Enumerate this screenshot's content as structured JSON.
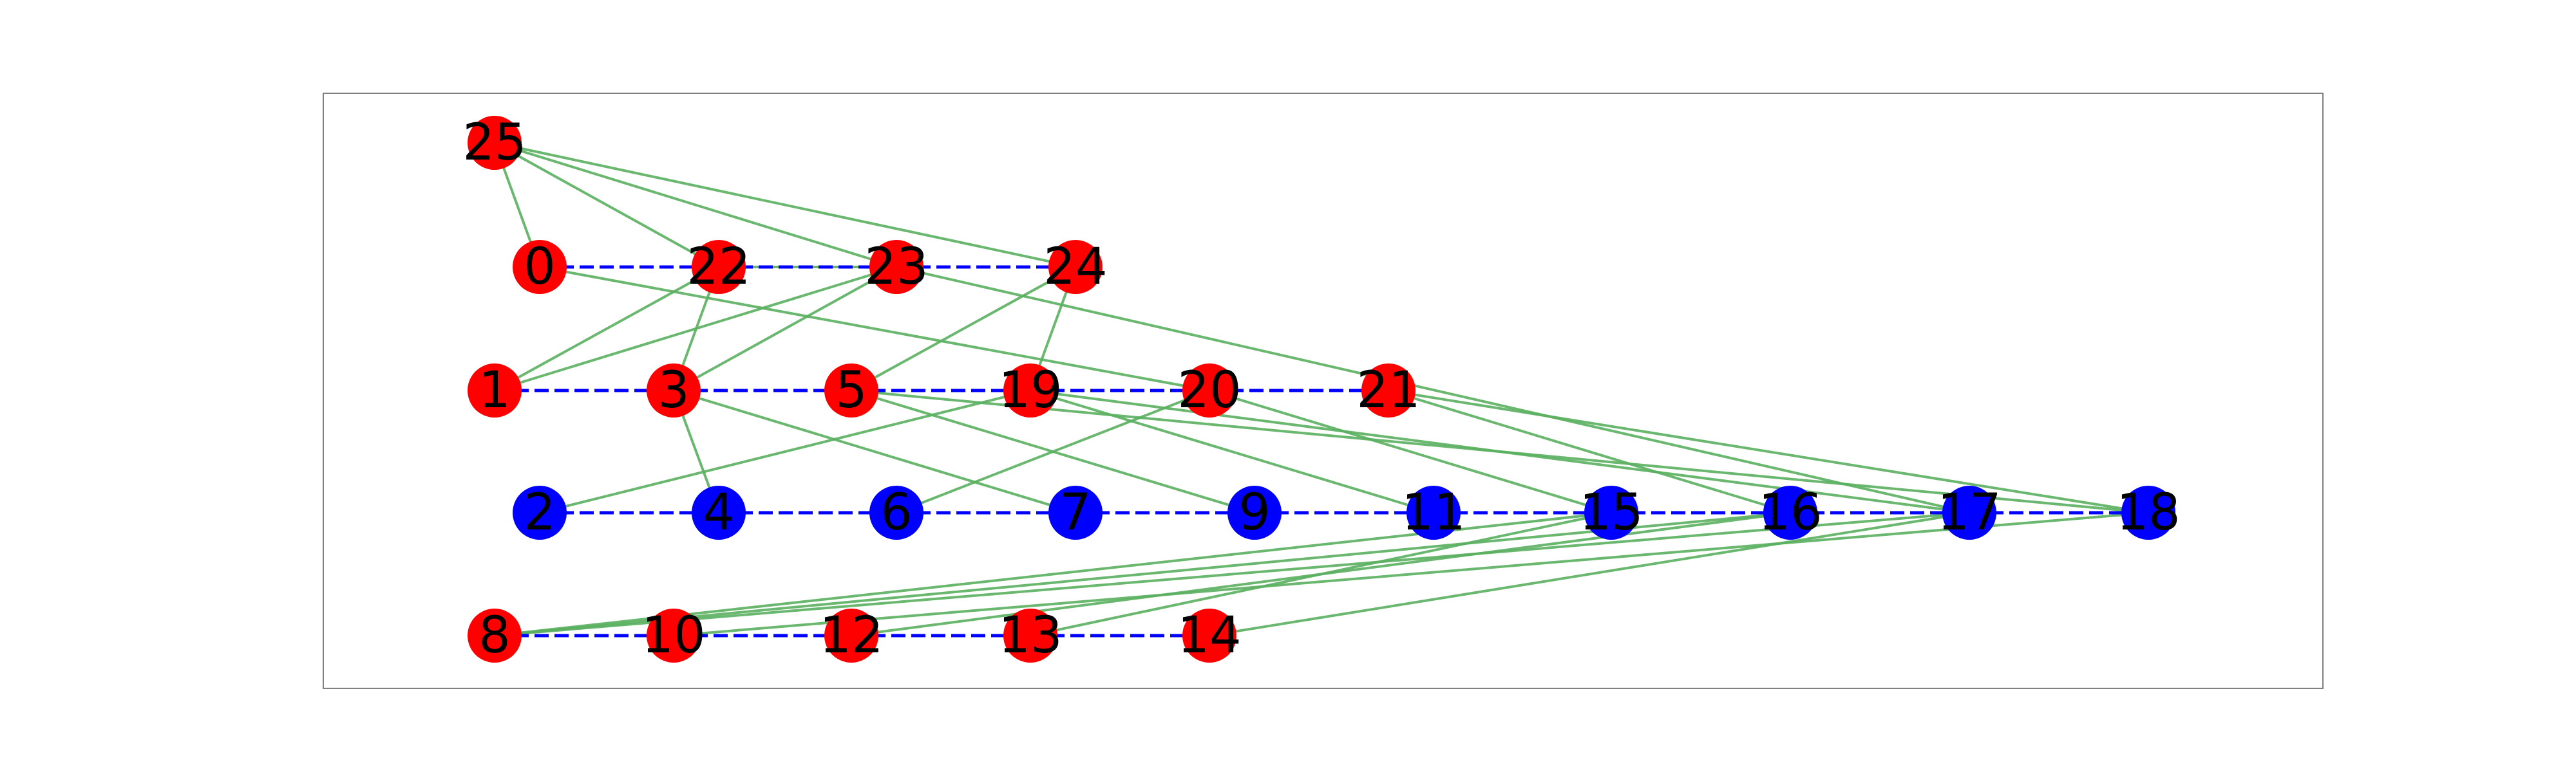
{
  "colors": {
    "red_node": "#ff0000",
    "blue_node": "#0000ff",
    "green_edge": "#5aaf5f",
    "blue_edge": "#0000ff",
    "frame": "#808080",
    "label": "#000000"
  },
  "nodes": [
    {
      "id": "0",
      "color": "red"
    },
    {
      "id": "1",
      "color": "red"
    },
    {
      "id": "2",
      "color": "blue"
    },
    {
      "id": "3",
      "color": "red"
    },
    {
      "id": "4",
      "color": "blue"
    },
    {
      "id": "5",
      "color": "red"
    },
    {
      "id": "6",
      "color": "blue"
    },
    {
      "id": "7",
      "color": "blue"
    },
    {
      "id": "8",
      "color": "red"
    },
    {
      "id": "9",
      "color": "blue"
    },
    {
      "id": "10",
      "color": "red"
    },
    {
      "id": "11",
      "color": "blue"
    },
    {
      "id": "12",
      "color": "red"
    },
    {
      "id": "13",
      "color": "red"
    },
    {
      "id": "14",
      "color": "red"
    },
    {
      "id": "15",
      "color": "blue"
    },
    {
      "id": "16",
      "color": "blue"
    },
    {
      "id": "17",
      "color": "blue"
    },
    {
      "id": "18",
      "color": "blue"
    },
    {
      "id": "19",
      "color": "red"
    },
    {
      "id": "20",
      "color": "red"
    },
    {
      "id": "21",
      "color": "red"
    },
    {
      "id": "22",
      "color": "red"
    },
    {
      "id": "23",
      "color": "red"
    },
    {
      "id": "24",
      "color": "red"
    },
    {
      "id": "25",
      "color": "red"
    }
  ],
  "blue_edges": [
    [
      "0",
      "22"
    ],
    [
      "22",
      "23"
    ],
    [
      "23",
      "24"
    ],
    [
      "1",
      "3"
    ],
    [
      "3",
      "5"
    ],
    [
      "5",
      "19"
    ],
    [
      "19",
      "20"
    ],
    [
      "20",
      "21"
    ],
    [
      "2",
      "4"
    ],
    [
      "4",
      "6"
    ],
    [
      "6",
      "7"
    ],
    [
      "7",
      "9"
    ],
    [
      "9",
      "11"
    ],
    [
      "11",
      "15"
    ],
    [
      "15",
      "16"
    ],
    [
      "16",
      "17"
    ],
    [
      "17",
      "18"
    ],
    [
      "8",
      "10"
    ],
    [
      "10",
      "12"
    ],
    [
      "12",
      "13"
    ],
    [
      "13",
      "14"
    ]
  ],
  "green_edges": [
    [
      "25",
      "0"
    ],
    [
      "25",
      "22"
    ],
    [
      "25",
      "23"
    ],
    [
      "25",
      "24"
    ],
    [
      "22",
      "23"
    ],
    [
      "22",
      "1"
    ],
    [
      "22",
      "3"
    ],
    [
      "23",
      "1"
    ],
    [
      "23",
      "3"
    ],
    [
      "23",
      "17"
    ],
    [
      "24",
      "5"
    ],
    [
      "24",
      "19"
    ],
    [
      "0",
      "20"
    ],
    [
      "3",
      "4"
    ],
    [
      "3",
      "7"
    ],
    [
      "5",
      "9"
    ],
    [
      "5",
      "18"
    ],
    [
      "19",
      "2"
    ],
    [
      "19",
      "11"
    ],
    [
      "19",
      "17"
    ],
    [
      "20",
      "6"
    ],
    [
      "20",
      "15"
    ],
    [
      "21",
      "16"
    ],
    [
      "21",
      "18"
    ],
    [
      "8",
      "15"
    ],
    [
      "8",
      "16"
    ],
    [
      "8",
      "17"
    ],
    [
      "10",
      "18"
    ],
    [
      "12",
      "16"
    ],
    [
      "13",
      "15"
    ],
    [
      "14",
      "17"
    ]
  ]
}
